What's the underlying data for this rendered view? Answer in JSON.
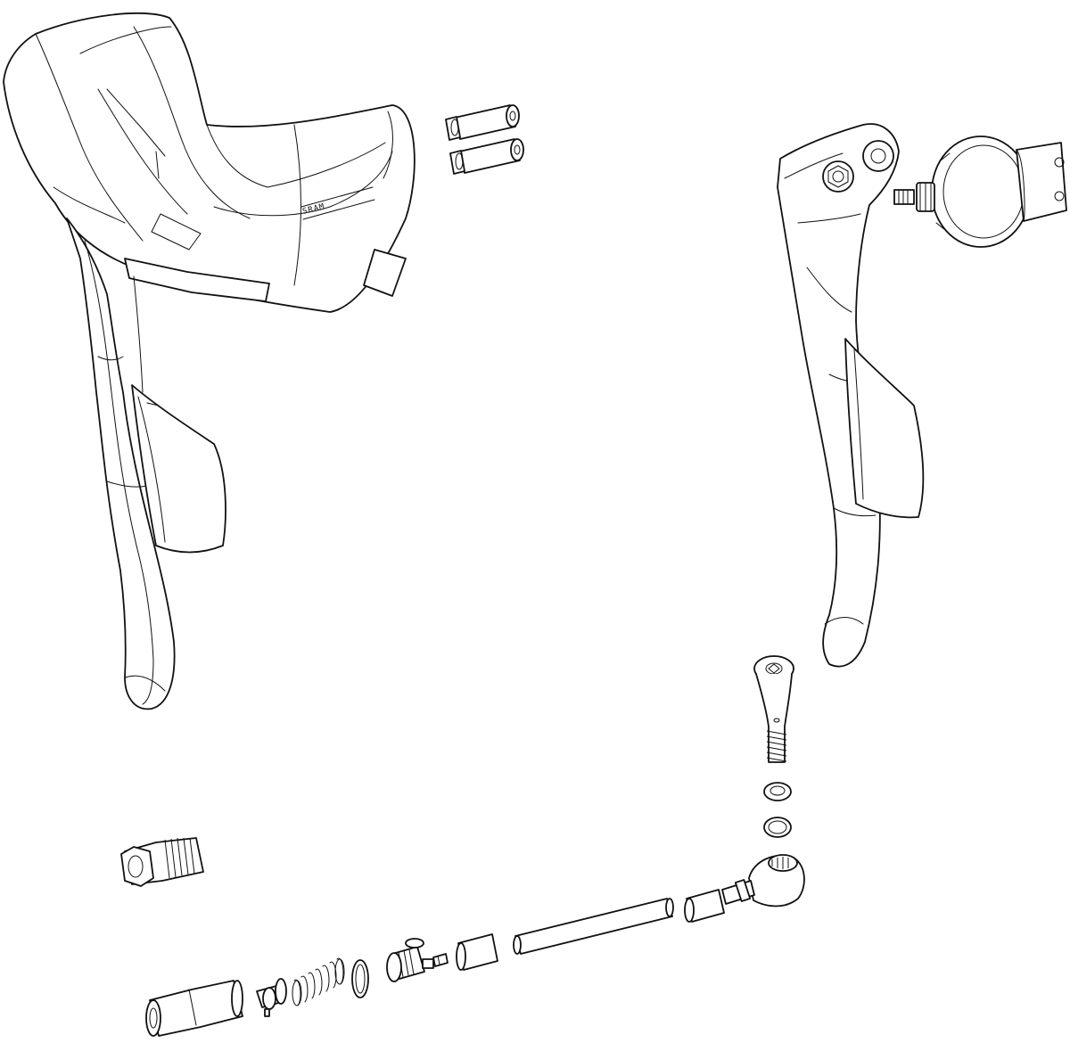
{
  "diagram": {
    "type": "exploded-parts-view",
    "brand_mark": "SRAM",
    "parts": [
      {
        "id": "shifter-hood-lever"
      },
      {
        "id": "hood-pin-upper"
      },
      {
        "id": "hood-pin-lower"
      },
      {
        "id": "brake-lever-blade"
      },
      {
        "id": "handlebar-clamp"
      },
      {
        "id": "clamp-bolt"
      },
      {
        "id": "lever-pivot-bolt"
      },
      {
        "id": "washer-upper"
      },
      {
        "id": "washer-lower"
      },
      {
        "id": "banjo-fitting"
      },
      {
        "id": "compression-nut"
      },
      {
        "id": "hose"
      },
      {
        "id": "olive"
      },
      {
        "id": "barb-fitting"
      },
      {
        "id": "o-ring"
      },
      {
        "id": "spring"
      },
      {
        "id": "piston"
      },
      {
        "id": "master-cylinder-body"
      },
      {
        "id": "threaded-adapter"
      }
    ]
  }
}
